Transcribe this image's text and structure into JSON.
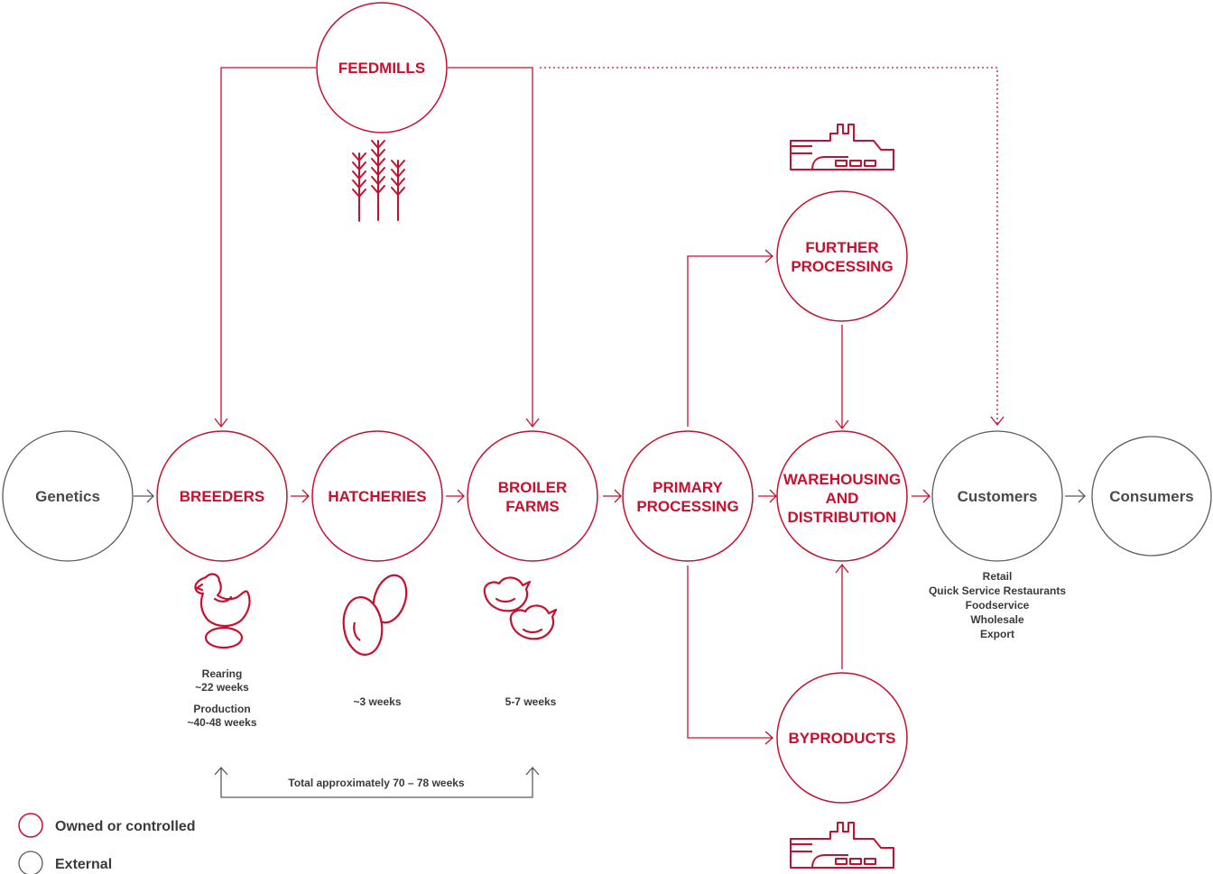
{
  "colors": {
    "owned": "#c8102e",
    "external": "#4a4a4a",
    "text_dark": "#3a3a3a"
  },
  "nodes": {
    "feedmills": "FEEDMILLS",
    "genetics": "Genetics",
    "breeders": "BREEDERS",
    "hatcheries": "HATCHERIES",
    "broiler_farms": [
      "BROILER",
      "FARMS"
    ],
    "primary_processing": [
      "PRIMARY",
      "PROCESSING"
    ],
    "further_processing": [
      "FURTHER",
      "PROCESSING"
    ],
    "warehousing": [
      "WAREHOUSING",
      "AND",
      "DISTRIBUTION"
    ],
    "byproducts": "BYPRODUCTS",
    "customers": "Customers",
    "consumers": "Consumers"
  },
  "durations": {
    "breeders": {
      "rearing": "Rearing",
      "rearing_weeks": "~22 weeks",
      "production": "Production",
      "production_weeks": "~40-48 weeks"
    },
    "hatcheries": "~3 weeks",
    "broiler_farms": "5-7 weeks",
    "total": "Total approximately 70 – 78 weeks"
  },
  "customer_channels": [
    "Retail",
    "Quick Service Restaurants",
    "Foodservice",
    "Wholesale",
    "Export"
  ],
  "legend": {
    "owned": "Owned or controlled",
    "external": "External"
  },
  "icons": [
    "wheat-icon",
    "hen-with-egg-icon",
    "eggs-icon",
    "chicks-icon",
    "factory-icon"
  ]
}
